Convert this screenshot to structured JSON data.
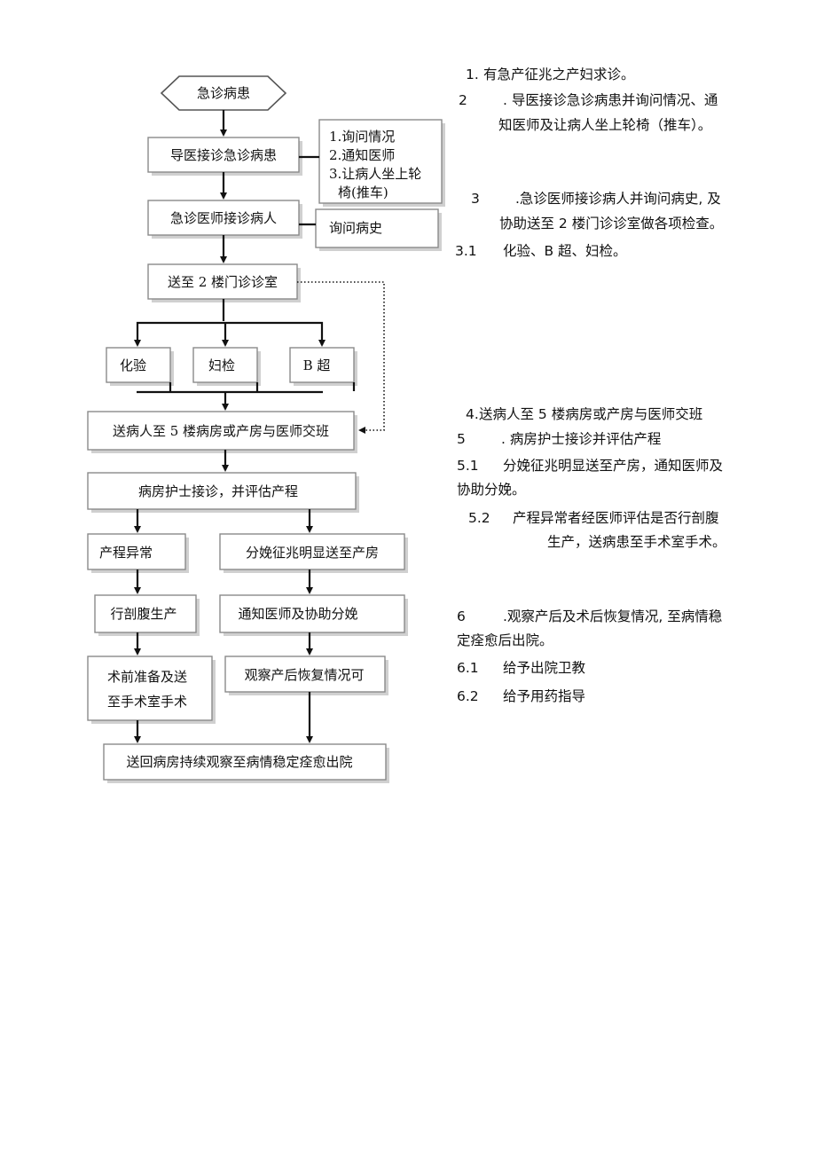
{
  "flowchart": {
    "start": "急诊病患",
    "reception": "导医接诊急诊病患",
    "reception_actions": [
      "1.询问情况",
      "2.通知医师",
      "3.让病人坐上轮",
      "椅(推车)"
    ],
    "doctor": "急诊医师接诊病人",
    "doctor_action": "询问病史",
    "clinic": "送至 2 楼门诊诊室",
    "tests": [
      "化验",
      "妇检",
      "B 超"
    ],
    "handover": "送病人至 5 楼病房或产房与医师交班",
    "nurse": "病房护士接诊，并评估产程",
    "abnormal": "产程异常",
    "normal": "分娩征兆明显送至产房",
    "cesarean": "行剖腹生产",
    "assist": "通知医师及协助分娩",
    "preop": [
      "术前准备及送",
      "至手术室手术"
    ],
    "postpartum": "观察产后恢复情况可",
    "discharge": "送回病房持续观察至病情稳定痊愈出院"
  },
  "notes": [
    {
      "num": "1.",
      "lines": [
        "有急产征兆之产妇求诊。"
      ]
    },
    {
      "num": "2",
      "lines": [
        ". 导医接诊急诊病患并询问情况、通",
        "知医师及让病人坐上轮椅（推车）。"
      ]
    },
    {
      "num": "3",
      "lines": [
        ".急诊医师接诊病人并询问病史, 及",
        "协助送至 2 楼门诊诊室做各项检查。"
      ]
    },
    {
      "num": "3.1",
      "lines": [
        "化验、B 超、妇检。"
      ]
    },
    {
      "num": "4.",
      "lines": [
        "送病人至 5 楼病房或产房与医师交班"
      ]
    },
    {
      "num": "5",
      "lines": [
        ". 病房护士接诊并评估产程"
      ]
    },
    {
      "num": "5.1",
      "lines": [
        "分娩征兆明显送至产房，通知医师及",
        "协助分娩。"
      ]
    },
    {
      "num": "5.2",
      "lines": [
        "产程异常者经医师评估是否行剖腹",
        "生产，送病患至手术室手术。"
      ]
    },
    {
      "num": "6",
      "lines": [
        ".观察产后及术后恢复情况, 至病情稳",
        "定痊愈后出院。"
      ]
    },
    {
      "num": "6.1",
      "lines": [
        "给予出院卫教"
      ]
    },
    {
      "num": "6.2",
      "lines": [
        "给予用药指导"
      ]
    }
  ]
}
